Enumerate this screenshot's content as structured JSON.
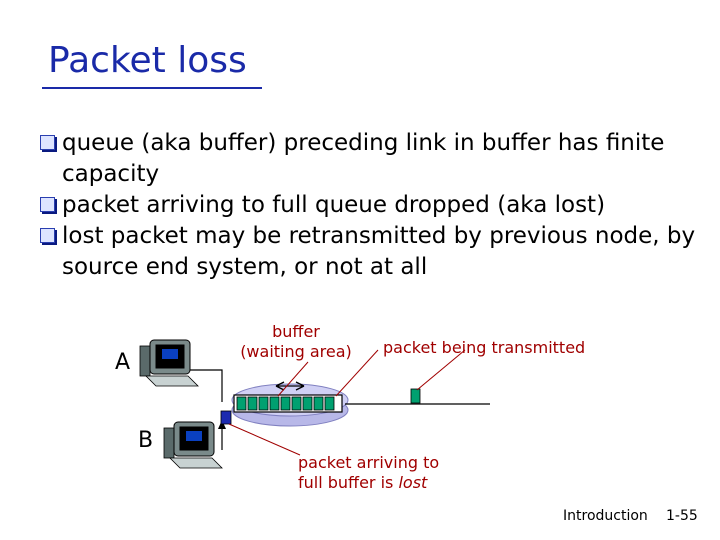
{
  "slide": {
    "title": "Packet loss",
    "bullets": [
      "queue (aka buffer) preceding link in buffer has finite capacity",
      "packet arriving to full queue dropped (aka lost)",
      "lost packet may be retransmitted by previous node, by source end system, or not at all"
    ]
  },
  "diagram": {
    "host_a_label": "A",
    "host_b_label": "B",
    "buffer_label_line1": "buffer",
    "buffer_label_line2": "(waiting area)",
    "transmitted_label": "packet being transmitted",
    "arriving_label_line1": "packet arriving to",
    "arriving_label_line2_prefix": "full buffer is ",
    "arriving_label_line2_emph": "lost",
    "colors": {
      "title": "#1a2aa8",
      "annotation": "#a00000",
      "packet": "#00a070",
      "router": "#c8c8f0",
      "arriving_packet": "#1c2ab0"
    }
  },
  "footer": {
    "section": "Introduction",
    "page": "1-55"
  }
}
